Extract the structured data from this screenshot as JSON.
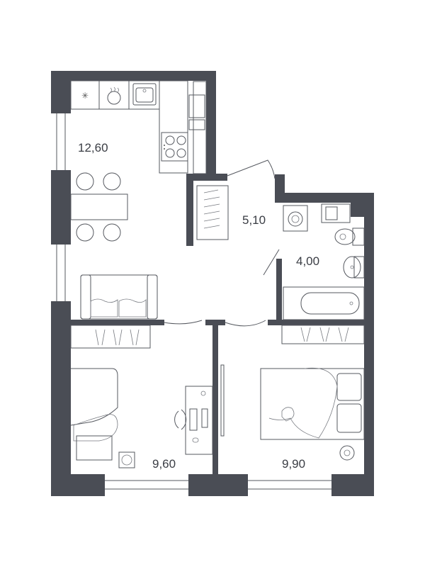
{
  "plan": {
    "colors": {
      "wall": "#4a4d55",
      "line": "#55585f",
      "background": "#ffffff"
    },
    "rooms": [
      {
        "id": "kitchen-living",
        "area": "12,60"
      },
      {
        "id": "hallway",
        "area": "5,10"
      },
      {
        "id": "bathroom",
        "area": "4,00"
      },
      {
        "id": "bedroom-left",
        "area": "9,60"
      },
      {
        "id": "bedroom-right",
        "area": "9,90"
      }
    ],
    "icons": {
      "snowflake": "snowflake-icon",
      "hood": "extractor-hood-icon",
      "sink": "kitchen-sink-icon",
      "stove": "stove-icon"
    }
  }
}
